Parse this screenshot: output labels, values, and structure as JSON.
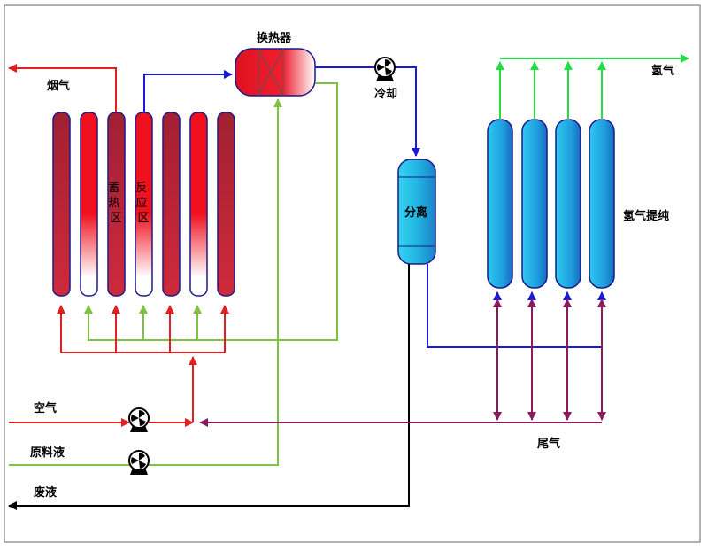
{
  "labels": {
    "flue_gas": "烟气",
    "heat_exchanger": "换热器",
    "cooling": "冷却",
    "hydrogen": "氢气",
    "storage_zone": "蓄热区",
    "reaction_zone": "反应区",
    "separation": "分离",
    "hydrogen_purification": "氢气提纯",
    "air": "空气",
    "tail_gas": "尾气",
    "raw_liquid": "原料液",
    "waste_liquid": "废液"
  },
  "colors": {
    "red_line": "#e02020",
    "green_line": "#7fc241",
    "bright_green_line": "#22dd44",
    "blue_line": "#1a1ad8",
    "purple_line": "#8a1a5a",
    "black_line": "#000000",
    "column_dark": "#b8263a",
    "column_red": "#f0101e",
    "column_border": "#1a1a8a",
    "separator_cyan": "#2ab8e0",
    "purifier_blue": "#2a9ee0"
  },
  "icons": {
    "pump": "pump-icon"
  }
}
